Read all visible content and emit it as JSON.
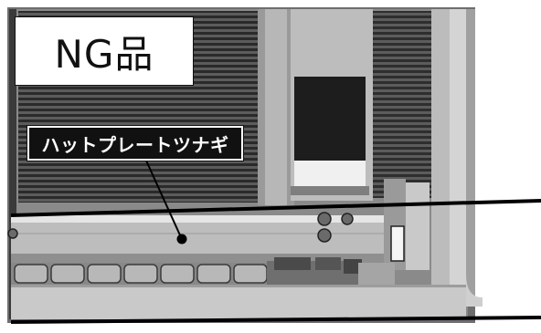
{
  "title_label": "NG品",
  "callout_label": "ハットプレートツナギ",
  "colors": {
    "frame_gray": "#7a7a7a",
    "dark": "#111111",
    "light": "#d0d0d0",
    "highlight": "#ffffff"
  },
  "icons": [
    "pointer-dot"
  ]
}
